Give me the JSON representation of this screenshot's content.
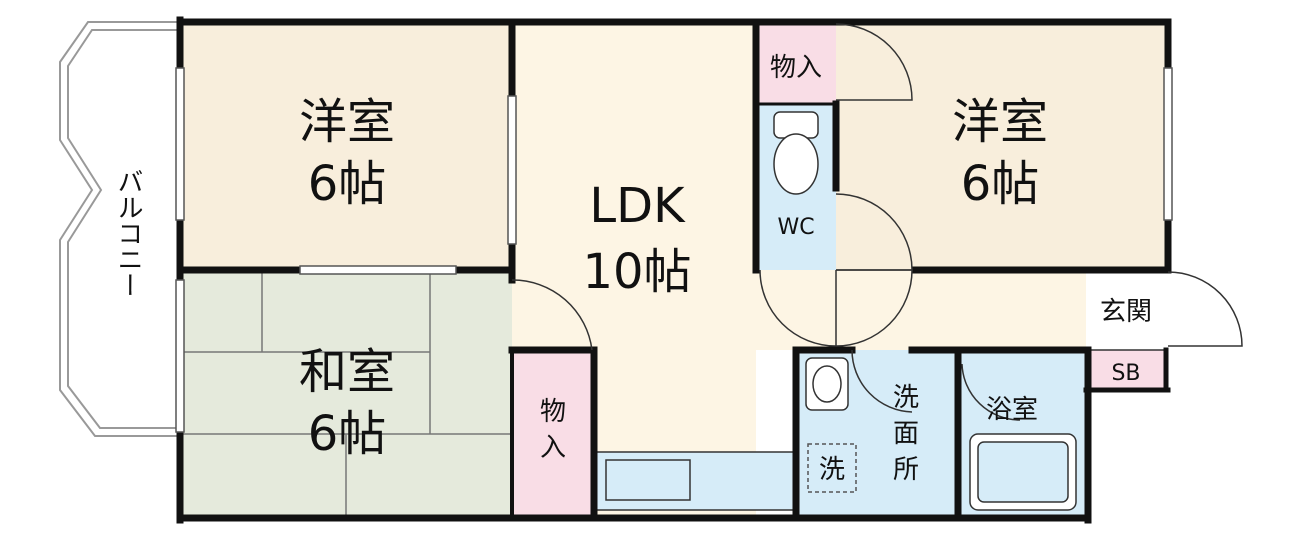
{
  "rooms": {
    "western_left": {
      "name": "洋室",
      "size": "6帖"
    },
    "western_right": {
      "name": "洋室",
      "size": "6帖"
    },
    "japanese": {
      "name": "和室",
      "size": "6帖"
    },
    "ldk": {
      "name": "LDK",
      "size": "10帖"
    }
  },
  "labels": {
    "balcony": "バルコニー",
    "storage_top": "物入",
    "storage_bottom_a": "物",
    "storage_bottom_b": "入",
    "wc": "WC",
    "entrance": "玄関",
    "shoe_box": "SB",
    "bath": "浴室",
    "washroom_1": "洗",
    "washroom_2": "面",
    "washroom_3": "所",
    "washer": "洗"
  },
  "colors": {
    "western": "#f8eedc",
    "ldk": "#fdf5e4",
    "japanese": "#e5eadc",
    "wet": "#d6ecf8",
    "storage": "#f9dde6",
    "wall": "#111111"
  }
}
